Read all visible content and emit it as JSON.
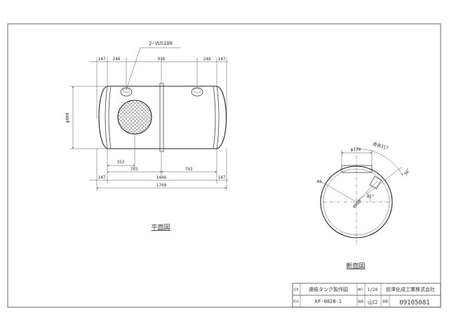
{
  "plan_view": {
    "callout": "2-VUS100",
    "top_dims": [
      "147",
      "248",
      "910",
      "248",
      "147"
    ],
    "diameter": "φ800",
    "dim_353": "353",
    "dim_703_left": "703",
    "dim_703_right": "703",
    "dim_147_left": "147",
    "dim_1406": "1406",
    "dim_147_right": "147",
    "dim_total": "1700",
    "caption": "平面図"
  },
  "section_view": {
    "dim_370": "φ370",
    "arc_len": "周長317",
    "angle_30": "30°",
    "dim_40": "40",
    "diameter": "φ800",
    "angle_45": "45°",
    "caption": "断面図"
  },
  "title_block": {
    "hdr_name": "品名",
    "name": "連結タンク製作図",
    "hdr_scale": "縮尺",
    "scale": "1/20",
    "company": "前澤化成工業株式会社",
    "hdr_type": "形式",
    "type": "KF-0828-1",
    "hdr_drawn": "製図",
    "drawn_by": "山口",
    "hdr_no": "図番",
    "drawing_no": "09105081"
  }
}
